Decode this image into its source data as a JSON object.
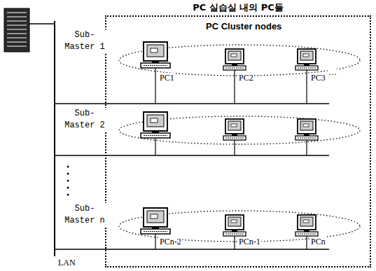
{
  "diagram": {
    "title": "PC 실습실 내의 PC들",
    "nodes": [
      {
        "text": [
          "PC Cluster nodes"
        ]
      }
    ],
    "labels": [
      "Sub-Master 1",
      "PC1",
      "PC2",
      "PC3",
      "···",
      "Sub-Master 2",
      "Sub-Master n",
      "PCn-2",
      "PCn-1",
      "PCn",
      "LAN"
    ]
  }
}
